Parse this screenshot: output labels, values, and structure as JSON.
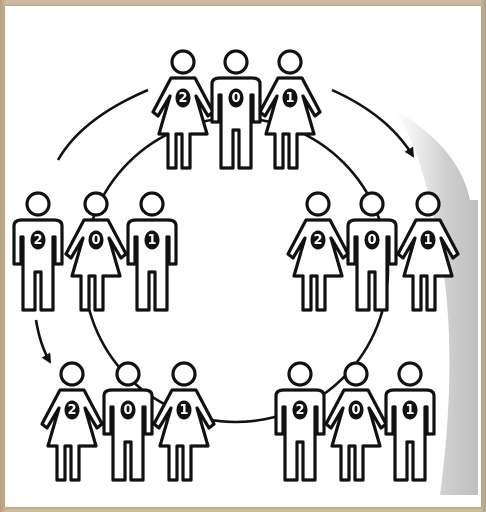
{
  "groups": [
    {
      "id": "top",
      "figures": [
        {
          "label": "2",
          "gender": "female"
        },
        {
          "label": "0",
          "gender": "male"
        },
        {
          "label": "1",
          "gender": "female"
        }
      ]
    },
    {
      "id": "left",
      "figures": [
        {
          "label": "2",
          "gender": "male"
        },
        {
          "label": "0",
          "gender": "female"
        },
        {
          "label": "1",
          "gender": "male"
        }
      ]
    },
    {
      "id": "right",
      "figures": [
        {
          "label": "2",
          "gender": "female"
        },
        {
          "label": "0",
          "gender": "male"
        },
        {
          "label": "1",
          "gender": "female"
        }
      ]
    },
    {
      "id": "bottom-left",
      "figures": [
        {
          "label": "2",
          "gender": "female"
        },
        {
          "label": "0",
          "gender": "male"
        },
        {
          "label": "1",
          "gender": "female"
        }
      ]
    },
    {
      "id": "bottom-right",
      "figures": [
        {
          "label": "2",
          "gender": "male"
        },
        {
          "label": "0",
          "gender": "female"
        },
        {
          "label": "1",
          "gender": "male"
        }
      ]
    }
  ],
  "colors": {
    "ink": "#111111",
    "paper": "#ffffff",
    "background": "#bca98c"
  }
}
